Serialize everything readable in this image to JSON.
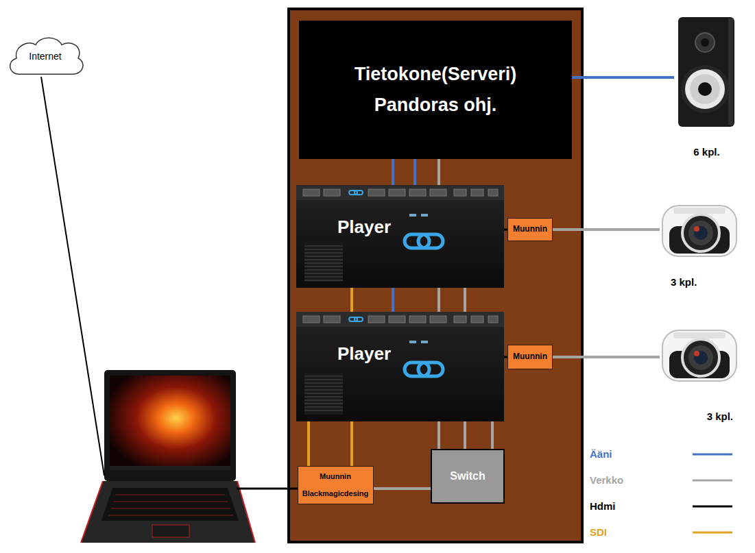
{
  "diagram": {
    "nodes": [
      {
        "text": [
          "Internet"
        ]
      },
      {
        "text": [
          "Tietokone(Serveri)",
          "Pandoras ohj."
        ]
      },
      {
        "text": [
          "6 kpl."
        ]
      },
      {
        "text": [
          "Player"
        ]
      },
      {
        "text": [
          "Muunnin"
        ]
      },
      {
        "text": [
          "3 kpl."
        ]
      },
      {
        "text": [
          "Player"
        ]
      },
      {
        "text": [
          "Muunnin"
        ]
      },
      {
        "text": [
          "3 kpl."
        ]
      },
      {
        "text": [
          "Muunnin",
          "Blackmagicdesing"
        ]
      },
      {
        "text": [
          "Switch"
        ]
      }
    ],
    "edges": [
      {
        "from": 1,
        "to": 2,
        "arrow": "none"
      },
      {
        "from": 1,
        "to": 3,
        "arrow": "none"
      },
      {
        "from": 1,
        "to": 3,
        "arrow": "none"
      },
      {
        "from": 1,
        "to": 3,
        "arrow": "none"
      },
      {
        "from": 3,
        "to": 4,
        "arrow": "none"
      },
      {
        "from": 4,
        "to": 5,
        "arrow": "none"
      },
      {
        "from": 3,
        "to": 6,
        "arrow": "none"
      },
      {
        "from": 3,
        "to": 6,
        "arrow": "none"
      },
      {
        "from": 3,
        "to": 6,
        "arrow": "none"
      },
      {
        "from": 3,
        "to": 6,
        "arrow": "none"
      },
      {
        "from": 6,
        "to": 7,
        "arrow": "none"
      },
      {
        "from": 7,
        "to": 8,
        "arrow": "none"
      },
      {
        "from": 6,
        "to": 9,
        "arrow": "none"
      },
      {
        "from": 6,
        "to": 9,
        "arrow": "none"
      },
      {
        "from": 6,
        "to": 10,
        "arrow": "none"
      },
      {
        "from": 6,
        "to": 10,
        "arrow": "none"
      },
      {
        "from": 6,
        "to": 10,
        "arrow": "none"
      },
      {
        "from": 9,
        "to": 10,
        "arrow": "none"
      }
    ],
    "legend": [
      {
        "text": "Ääni"
      },
      {
        "text": "Verkko"
      },
      {
        "text": "Hdmi"
      },
      {
        "text": "SDI"
      }
    ]
  }
}
